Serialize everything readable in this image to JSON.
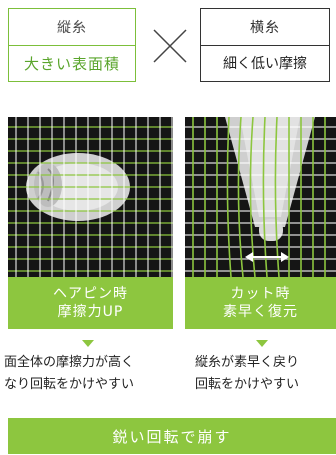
{
  "tate_card": {
    "title": "縦糸",
    "subtitle": "大きい表面積"
  },
  "yoko_card": {
    "title": "横糸",
    "subtitle": "細く低い摩擦"
  },
  "left_panel": {
    "caption_line1": "ヘアピン時",
    "caption_line2": "摩擦力UP"
  },
  "right_panel": {
    "caption_line1": "カット時",
    "caption_line2": "素早く復元"
  },
  "left_desc": {
    "line1": "面全体の摩擦力が高く",
    "line2": "なり回転をかけやすい"
  },
  "right_desc": {
    "line1": "縦糸が素早く戻り",
    "line2": "回転をかけやすい"
  },
  "banner": {
    "text": "鋭い回転で崩す"
  },
  "colors": {
    "accent_green": "#8dc63f",
    "border_green": "#7cbf3a",
    "panel_dark": "#1a1a1a",
    "dark_border": "#333333"
  }
}
